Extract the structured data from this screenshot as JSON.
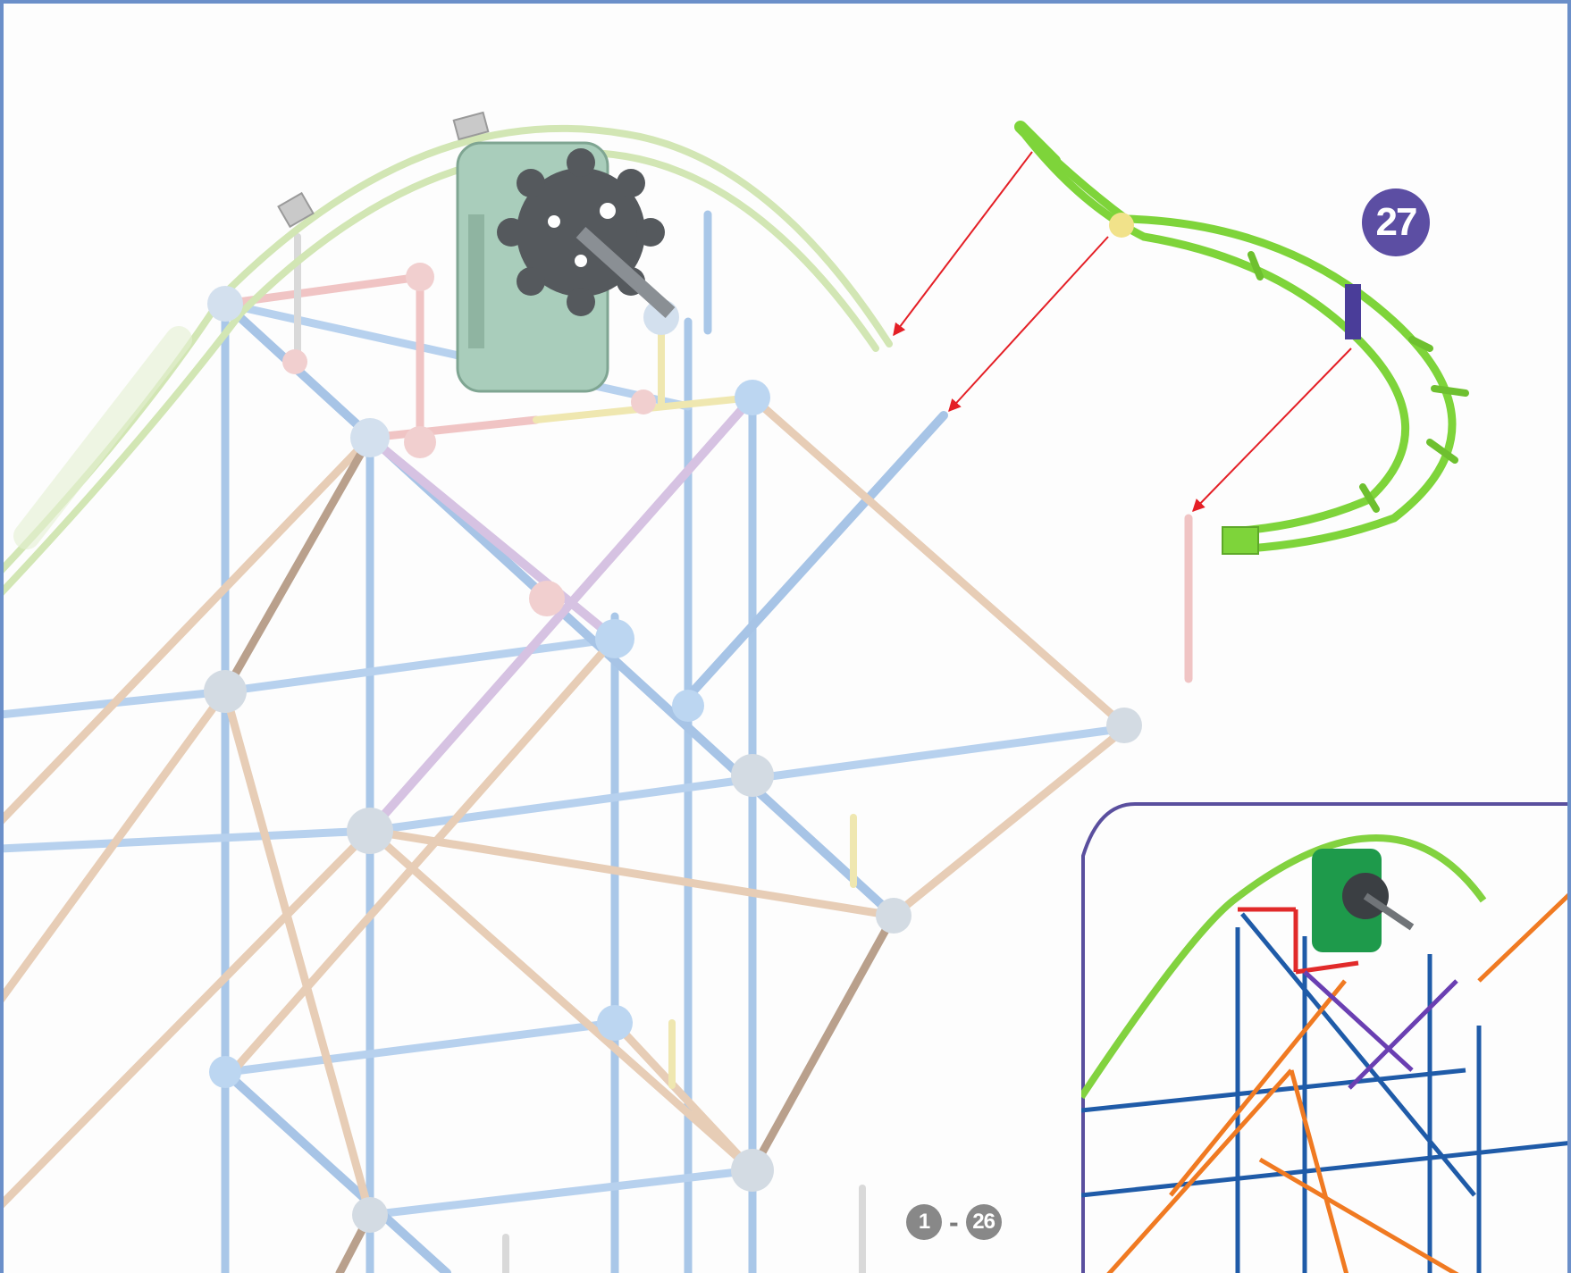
{
  "step": {
    "number": "27",
    "badge_color": "#5c4ea3"
  },
  "previous_steps": {
    "from": "1",
    "separator": "-",
    "to": "26",
    "badge_color": "#888888"
  },
  "colors": {
    "frame_border": "#6b8fc9",
    "inset_border": "#5a4f9e",
    "assembly_arrow": "#e41f26",
    "new_track": "#7ed43a",
    "faded_track": "#d2e6b4",
    "motor_body": "#a9cdbb",
    "gear": "#55595d"
  },
  "inset": {
    "description": "completed-model-preview"
  }
}
